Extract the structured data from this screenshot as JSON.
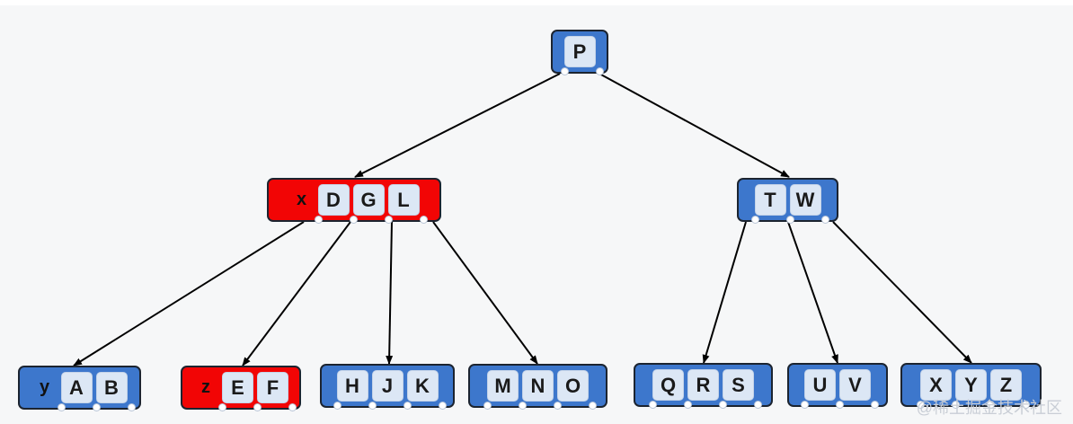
{
  "colors": {
    "blue_node": "#3d77cc",
    "red_node": "#f20505",
    "key_fill": "#dce7f5",
    "edge": "#000000"
  },
  "nodes": [
    {
      "id": "p",
      "color": "blue",
      "extra": "",
      "keys": [
        "P"
      ]
    },
    {
      "id": "xdgl",
      "color": "red",
      "extra": "x",
      "keys": [
        "D",
        "G",
        "L"
      ]
    },
    {
      "id": "tw",
      "color": "blue",
      "extra": "",
      "keys": [
        "T",
        "W"
      ]
    },
    {
      "id": "yab",
      "color": "blue",
      "extra": "y",
      "keys": [
        "A",
        "B"
      ]
    },
    {
      "id": "zef",
      "color": "red",
      "extra": "z",
      "keys": [
        "E",
        "F"
      ]
    },
    {
      "id": "hjk",
      "color": "blue",
      "extra": "",
      "keys": [
        "H",
        "J",
        "K"
      ]
    },
    {
      "id": "mno",
      "color": "blue",
      "extra": "",
      "keys": [
        "M",
        "N",
        "O"
      ]
    },
    {
      "id": "qrs",
      "color": "blue",
      "extra": "",
      "keys": [
        "Q",
        "R",
        "S"
      ]
    },
    {
      "id": "uv",
      "color": "blue",
      "extra": "",
      "keys": [
        "U",
        "V"
      ]
    },
    {
      "id": "xyz",
      "color": "blue",
      "extra": "",
      "keys": [
        "X",
        "Y",
        "Z"
      ]
    }
  ],
  "edges": [
    [
      "p",
      "xdgl"
    ],
    [
      "p",
      "tw"
    ],
    [
      "xdgl",
      "yab"
    ],
    [
      "xdgl",
      "zef"
    ],
    [
      "xdgl",
      "hjk"
    ],
    [
      "xdgl",
      "mno"
    ],
    [
      "tw",
      "qrs"
    ],
    [
      "tw",
      "uv"
    ],
    [
      "tw",
      "xyz"
    ]
  ],
  "watermark": "@稀土掘金技术社区"
}
